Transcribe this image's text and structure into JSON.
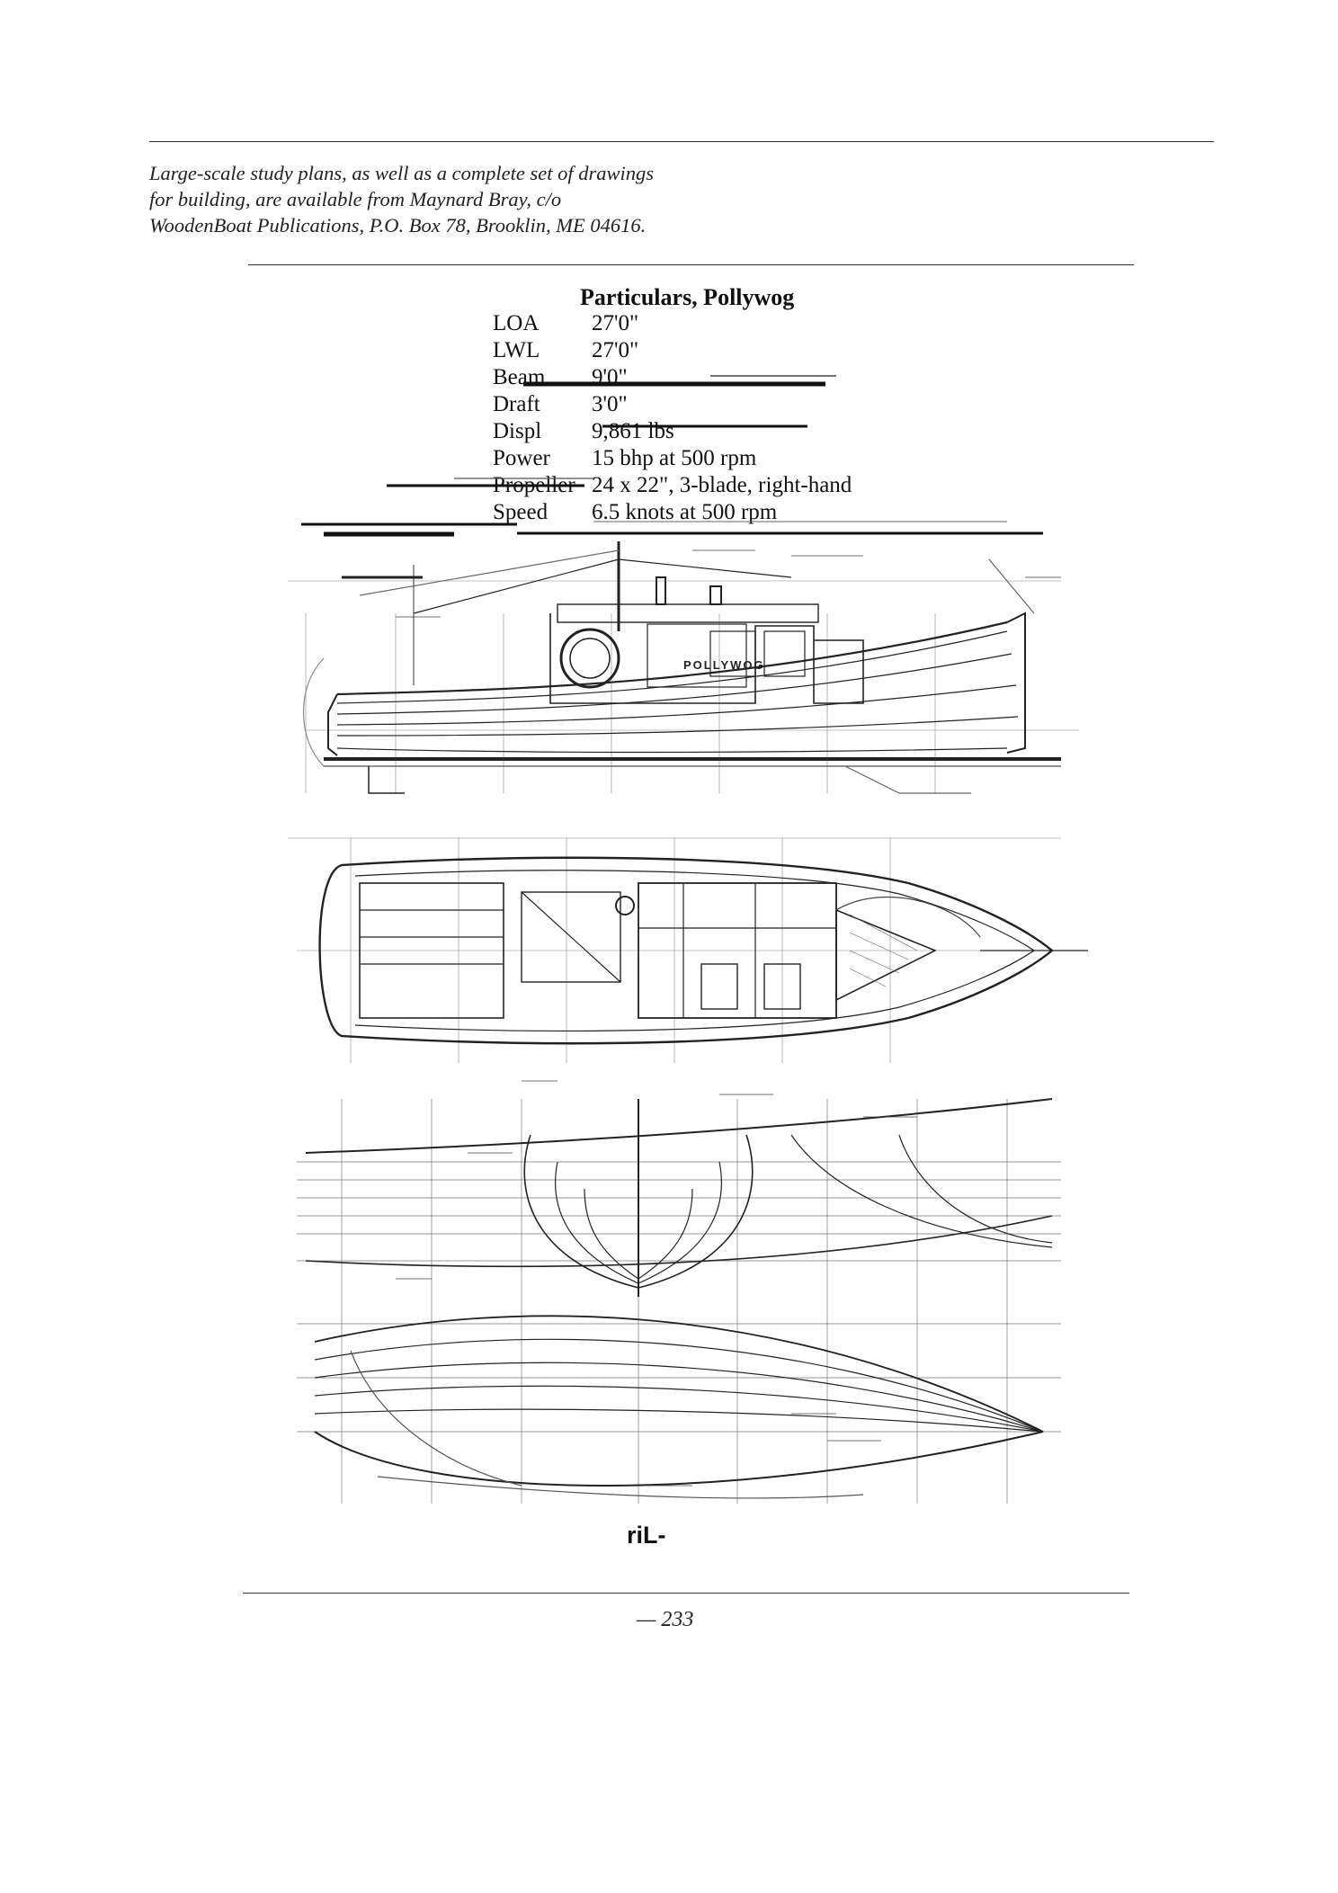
{
  "availability_note": [
    "Large-scale study plans, as well as a complete set of drawings",
    "for building, are available from Maynard Bray, c/o",
    "WoodenBoat Publications, P.O. Box 78, Brooklin, ME 04616."
  ],
  "particulars": {
    "title": "Particulars, Pollywog",
    "rows": [
      {
        "label": "LOA",
        "value": "27'0\""
      },
      {
        "label": "LWL",
        "value": "27'0\""
      },
      {
        "label": "Beam",
        "value": "9'0\""
      },
      {
        "label": "Draft",
        "value": "3'0\""
      },
      {
        "label": "Displ",
        "value": "9,861 lbs"
      },
      {
        "label": "Power",
        "value": "15 bhp at 500 rpm"
      },
      {
        "label": "Propeller",
        "value": "24 x 22\", 3-blade, right-hand"
      },
      {
        "label": "Speed",
        "value": "6.5 knots at 500 rpm"
      }
    ]
  },
  "drawing": {
    "boat_name": "POLLYWOG",
    "label": "riL-"
  },
  "page_number": "— 233",
  "colors": {
    "ink": "#111111",
    "paper": "#ffffff"
  }
}
